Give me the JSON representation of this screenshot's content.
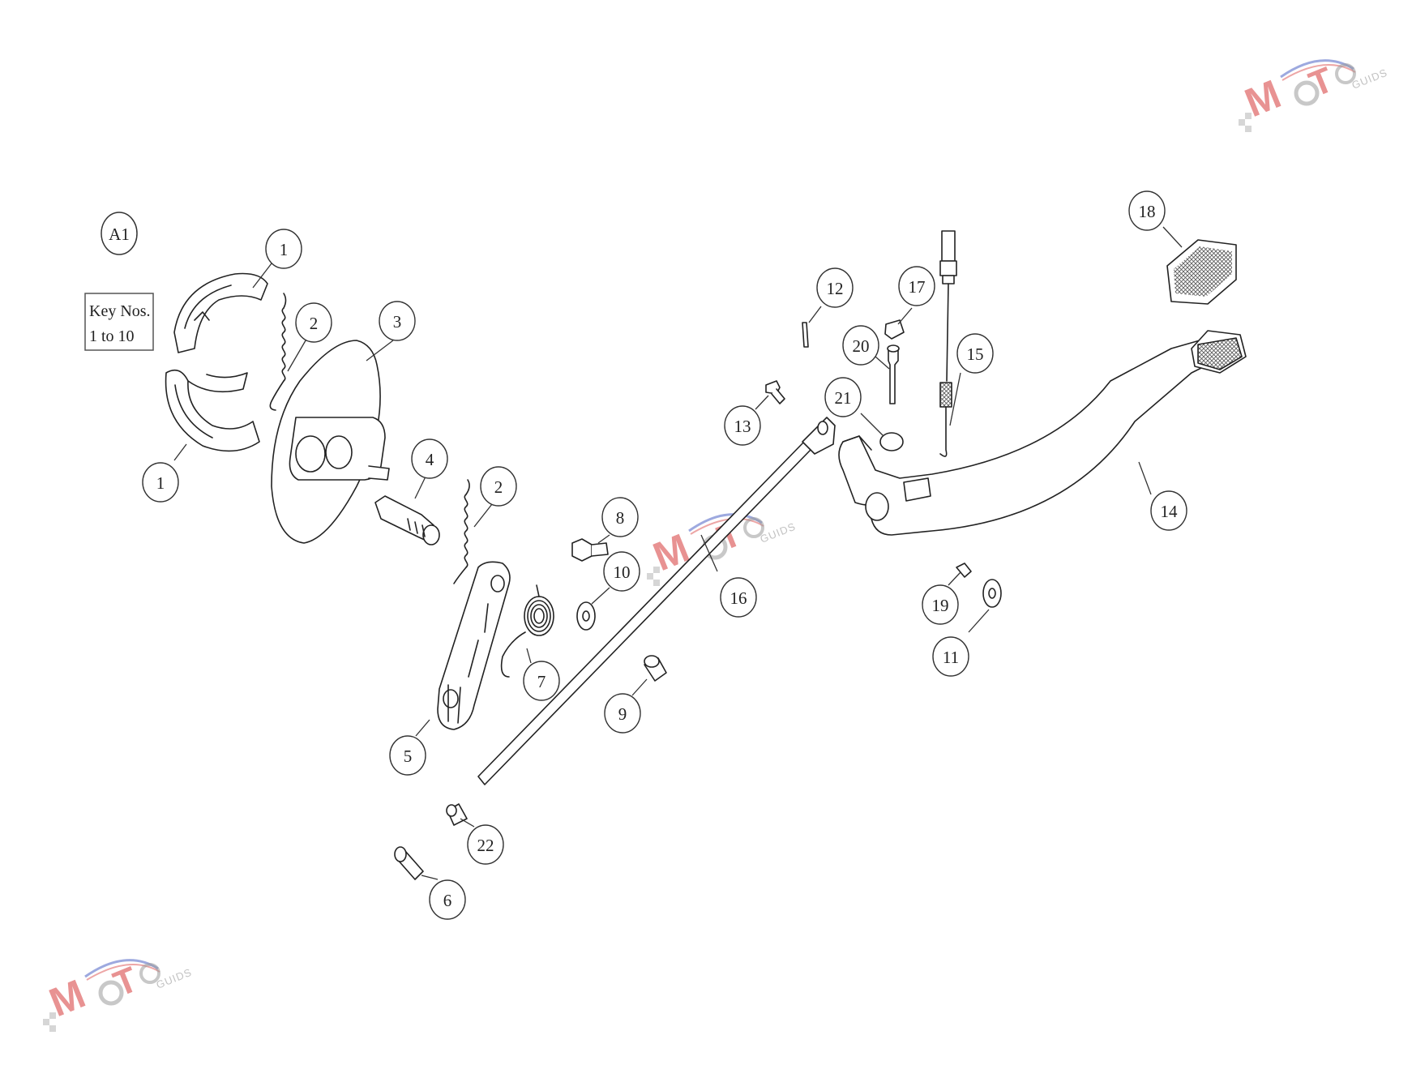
{
  "diagram": {
    "assembly_label": "A1",
    "key_note": {
      "line1": "Key Nos.",
      "line2": "1 to 10"
    },
    "callouts": [
      {
        "id": "c1a",
        "label": "1"
      },
      {
        "id": "c1b",
        "label": "1"
      },
      {
        "id": "c2a",
        "label": "2"
      },
      {
        "id": "c2b",
        "label": "2"
      },
      {
        "id": "c3",
        "label": "3"
      },
      {
        "id": "c4",
        "label": "4"
      },
      {
        "id": "c5",
        "label": "5"
      },
      {
        "id": "c6",
        "label": "6"
      },
      {
        "id": "c7",
        "label": "7"
      },
      {
        "id": "c8",
        "label": "8"
      },
      {
        "id": "c9",
        "label": "9"
      },
      {
        "id": "c10",
        "label": "10"
      },
      {
        "id": "c11",
        "label": "11"
      },
      {
        "id": "c12",
        "label": "12"
      },
      {
        "id": "c13",
        "label": "13"
      },
      {
        "id": "c14",
        "label": "14"
      },
      {
        "id": "c15",
        "label": "15"
      },
      {
        "id": "c16",
        "label": "16"
      },
      {
        "id": "c17",
        "label": "17"
      },
      {
        "id": "c18",
        "label": "18"
      },
      {
        "id": "c19",
        "label": "19"
      },
      {
        "id": "c20",
        "label": "20"
      },
      {
        "id": "c21",
        "label": "21"
      },
      {
        "id": "c22",
        "label": "22"
      }
    ]
  },
  "watermark": {
    "brand_m": "M",
    "brand_t": "T",
    "sub": "GUIDS",
    "red": "#d63a3a",
    "blue": "#5b6fc9",
    "grey": "#9a9a9a"
  }
}
